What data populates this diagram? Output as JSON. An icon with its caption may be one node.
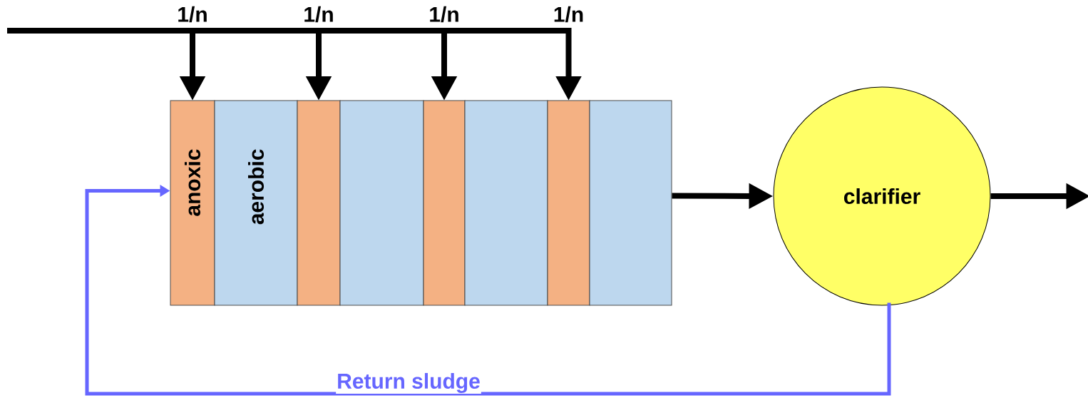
{
  "diagram": {
    "nodes": [
      {
        "text": [
          "anoxic"
        ]
      },
      {
        "text": [
          "aerobic"
        ]
      },
      {
        "text": [],
        "shape": "box"
      },
      {
        "text": [],
        "shape": "box"
      },
      {
        "text": [],
        "shape": "box"
      },
      {
        "text": [],
        "shape": "box"
      },
      {
        "text": [],
        "shape": "box"
      },
      {
        "text": [],
        "shape": "box"
      },
      {
        "text": [
          "clarifier"
        ]
      }
    ],
    "edges": [
      {
        "from": null,
        "to": 0,
        "arrow": "to",
        "label": "1/n"
      },
      {
        "from": null,
        "to": 2,
        "arrow": "to",
        "label": "1/n"
      },
      {
        "from": null,
        "to": 4,
        "arrow": "to",
        "label": "1/n"
      },
      {
        "from": null,
        "to": 6,
        "arrow": "to",
        "label": "1/n"
      },
      {
        "from": 7,
        "to": 8,
        "arrow": "to"
      },
      {
        "from": 8,
        "to": null,
        "arrow": "to"
      },
      {
        "from": 8,
        "to": 0,
        "arrow": "to",
        "label": "Return sludge",
        "color": "#6666ff"
      }
    ]
  }
}
